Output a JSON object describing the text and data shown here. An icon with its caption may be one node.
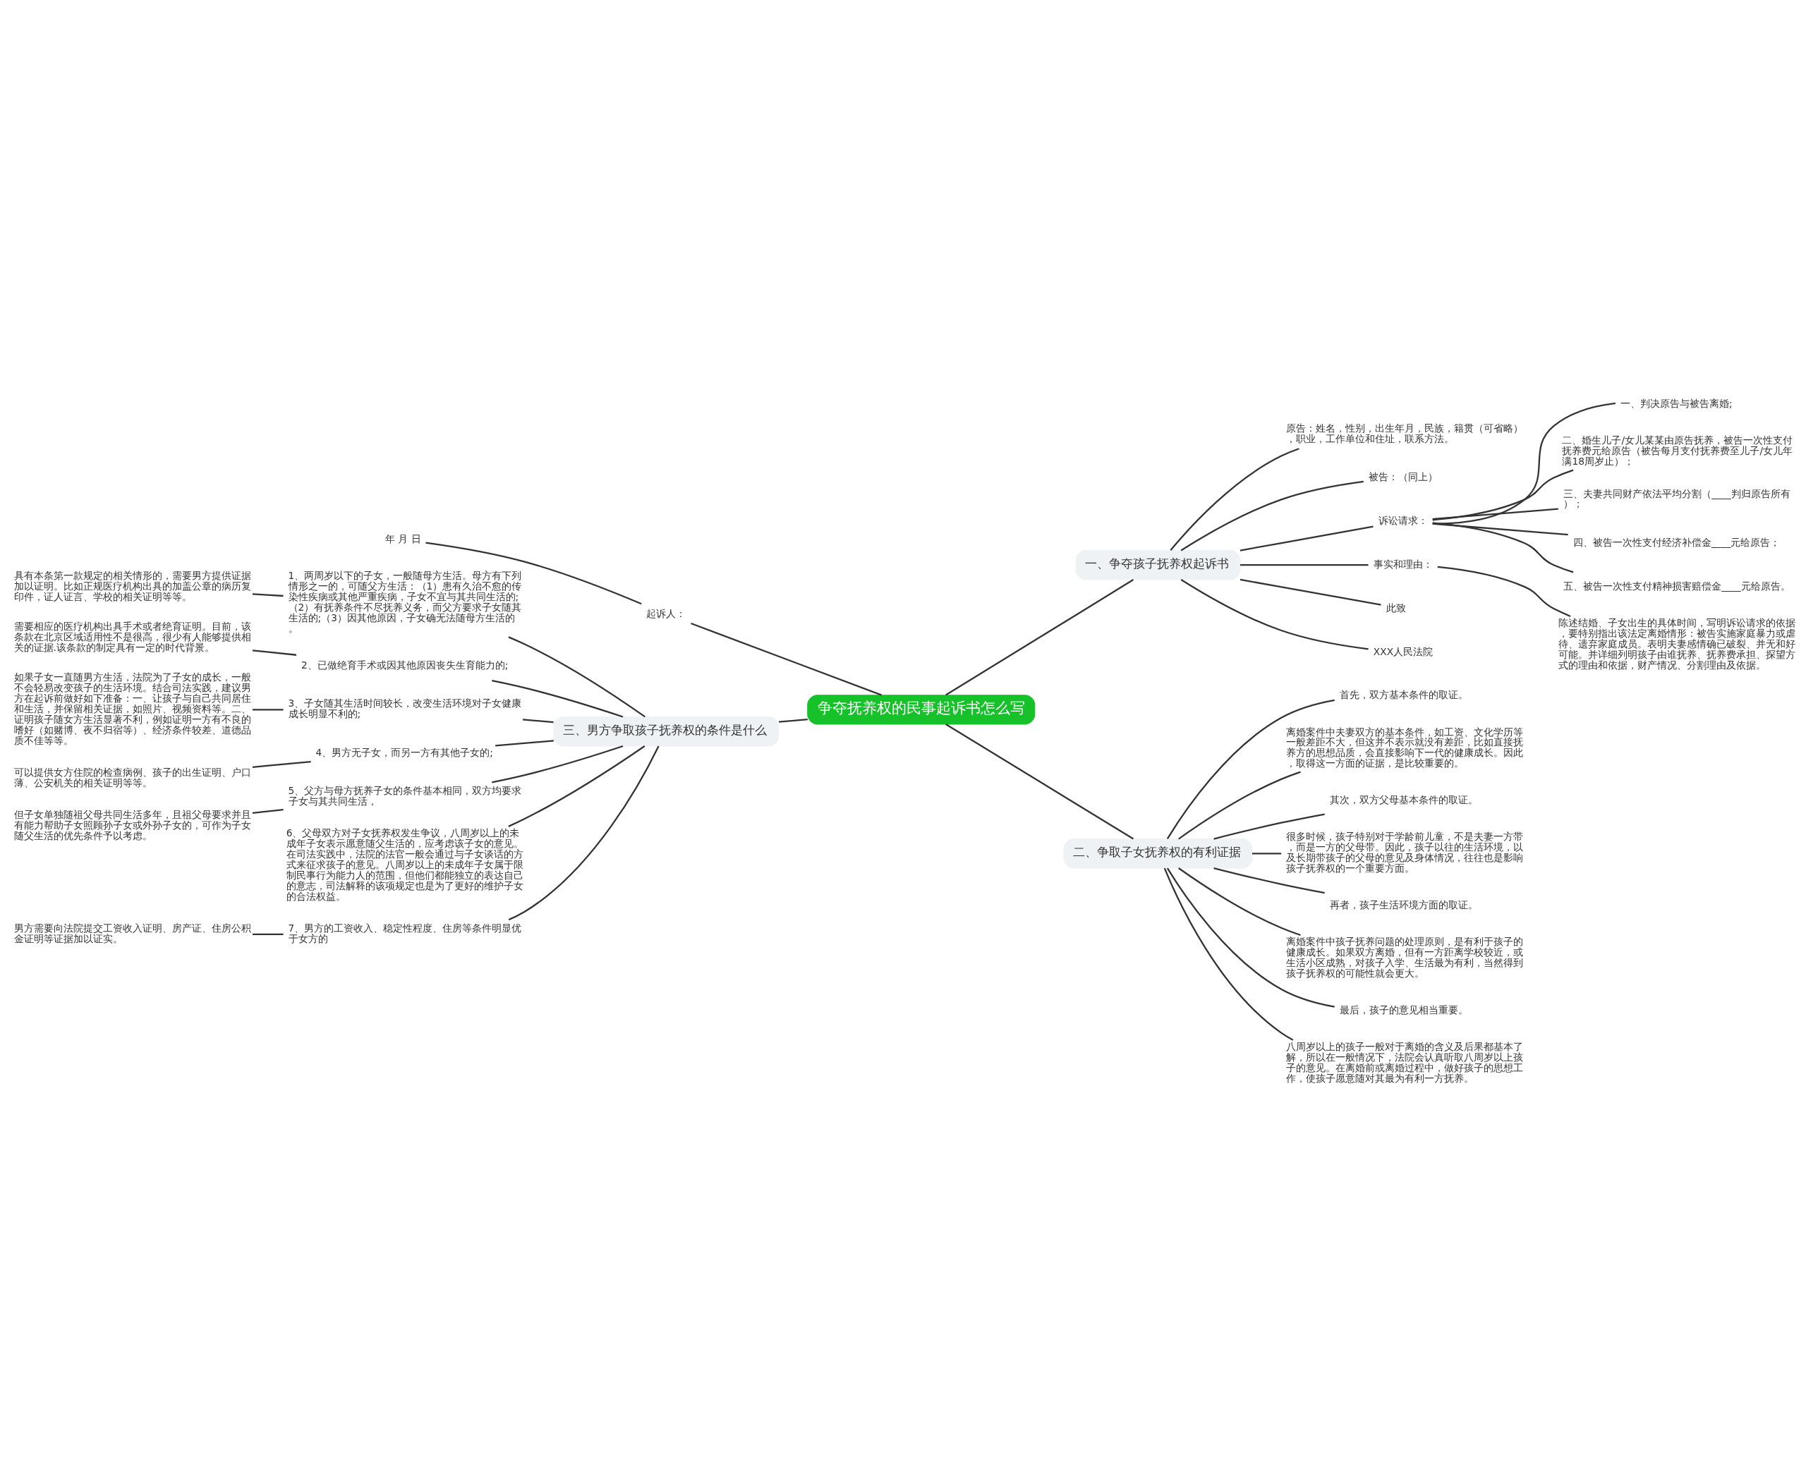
{
  "diagram": {
    "nodes": [
      {
        "text": [
          "争夺抚养权的民事起诉书怎么写"
        ]
      },
      {
        "text": [
          "起诉人："
        ]
      },
      {
        "text": [
          "年 月 日"
        ]
      },
      {
        "text": [
          "三、男方争取孩子抚养权的条件是什么"
        ]
      },
      {
        "text": [
          "1、两周岁以下的子女，一般随母方生活。母方有下列情形之一的，可随父方生活：（1）患有久治不愈的传染性疾病或其他严重疾病，子女不宜与其共同生活的;（2）有抚养条件不尽抚养义务，而父方要求子女随其生活的;（3）因其他原因，子女确无法随母方生活的。"
        ]
      },
      {
        "text": [
          "具有本条第一款规定的相关情形的，需要男方提供证据加以证明。比如正规医疗机构出具的加盖公章的病历复印件，证人证言、学校的相关证明等等。"
        ]
      },
      {
        "text": [
          "2、已做绝育手术或因其他原因丧失生育能力的;"
        ]
      },
      {
        "text": [
          "需要相应的医疗机构出具手术或者绝育证明。目前，该条款在北京区域适用性不是很高，很少有人能够提供相关的证据.该条款的制定具有一定的时代背景。"
        ]
      },
      {
        "text": [
          "3、子女随其生活时间较长，改变生活环境对子女健康成长明显不利的;"
        ]
      },
      {
        "text": [
          "如果子女一直随男方生活，法院为了子女的成长，一般不会轻易改变孩子的生活环境。结合司法实践，建议男方在起诉前做好如下准备：一、让孩子与自己共同居住和生活，并保留相关证据，如照片、视频资料等。二、证明孩子随女方生活显著不利，例如证明一方有不良的嗜好（如赌博、夜不归宿等）、经济条件较差、道德品质不佳等等。"
        ]
      },
      {
        "text": [
          "4、男方无子女，而另一方有其他子女的;"
        ]
      },
      {
        "text": [
          "可以提供女方住院的检查病例、孩子的出生证明、户口薄、公安机关的相关证明等等。"
        ]
      },
      {
        "text": [
          "5、父方与母方抚养子女的条件基本相同，双方均要求子女与其共同生活，"
        ]
      },
      {
        "text": [
          "但子女单独随祖父母共同生活多年，且祖父母要求并且有能力帮助子女照顾孙子女或外孙子女的，可作为子女随父生活的优先条件予以考虑。"
        ]
      },
      {
        "text": [
          "6、父母双方对子女抚养权发生争议，八周岁以上的未成年子女表示愿意随父生活的，应考虑该子女的意见。在司法实践中，法院的法官一般会通过与子女谈话的方式来征求孩子的意见。八周岁以上的未成年子女属于限制民事行为能力人的范围，但他们都能独立的表达自己的意志，司法解释的该项规定也是为了更好的维护子女的合法权益。"
        ]
      },
      {
        "text": [
          "7、男方的工资收入、稳定性程度、住房等条件明显优于女方的"
        ]
      },
      {
        "text": [
          "男方需要向法院提交工资收入证明、房产证、住房公积金证明等证据加以证实。"
        ]
      },
      {
        "text": [
          "一、争夺孩子抚养权起诉书"
        ]
      },
      {
        "text": [
          "原告：姓名，性别，出生年月，民族，籍贯（可省略），职业，工作单位和住址，联系方法。"
        ]
      },
      {
        "text": [
          "被告：（同上）"
        ]
      },
      {
        "text": [
          "诉讼请求："
        ]
      },
      {
        "text": [
          "一、判决原告与被告离婚;"
        ]
      },
      {
        "text": [
          "二、婚生儿子/女儿某某由原告抚养，被告一次性支付抚养费元给原告（被告每月支付抚养费至儿子/女儿年满18周岁止）；"
        ]
      },
      {
        "text": [
          "三、夫妻共同财产依法平均分割（____判归原告所有）；"
        ]
      },
      {
        "text": [
          "四、被告一次性支付经济补偿金____元给原告；"
        ]
      },
      {
        "text": [
          "五、被告一次性支付精神损害赔偿金____元给原告。"
        ]
      },
      {
        "text": [
          "事实和理由："
        ]
      },
      {
        "text": [
          "陈述结婚、子女出生的具体时间，写明诉讼请求的依据，要特别指出该法定离婚情形：被告实施家庭暴力或虐待、遗弃家庭成员。表明夫妻感情确已破裂、并无和好可能。并详细列明孩子由谁抚养、抚养费承担、探望方式的理由和依据，财产情况、分割理由及依据。"
        ]
      },
      {
        "text": [
          "此致"
        ]
      },
      {
        "text": [
          "XXX人民法院"
        ]
      },
      {
        "text": [
          "二、争取子女抚养权的有利证据"
        ]
      },
      {
        "text": [
          "首先，双方基本条件的取证。"
        ]
      },
      {
        "text": [
          "离婚案件中夫妻双方的基本条件，如工资、文化学历等一般差距不大，但这并不表示就没有差距，比如直接抚养方的思想品质，会直接影响下一代的健康成长。因此，取得这一方面的证据，是比较重要的。"
        ]
      },
      {
        "text": [
          "其次，双方父母基本条件的取证。"
        ]
      },
      {
        "text": [
          "很多时候，孩子特别对于学龄前儿童，不是夫妻一方带，而是一方的父母带。因此，孩子以往的生活环境，以及长期带孩子的父母的意见及身体情况，往往也是影响孩子抚养权的一个重要方面。"
        ]
      },
      {
        "text": [
          "再者，孩子生活环境方面的取证。"
        ]
      },
      {
        "text": [
          "离婚案件中孩子抚养问题的处理原则，是有利于孩子的健康成长。如果双方离婚，但有一方距离学校较近，或生活小区成熟，对孩子入学、生活最为有利，当然得到孩子抚养权的可能性就会更大。"
        ]
      },
      {
        "text": [
          "最后，孩子的意见相当重要。"
        ]
      },
      {
        "text": [
          "八周岁以上的孩子一般对于离婚的含义及后果都基本了解，所以在一般情况下，法院会认真听取八周岁以上孩子的意见。在离婚前或离婚过程中，做好孩子的思想工作，使孩子愿意随对其最为有利一方抚养。"
        ]
      }
    ],
    "edges": [
      {
        "from": 0,
        "to": 1,
        "arrow": "none"
      },
      {
        "from": 1,
        "to": 2,
        "arrow": "none"
      },
      {
        "from": 0,
        "to": 3,
        "arrow": "none"
      },
      {
        "from": 3,
        "to": 4,
        "arrow": "none"
      },
      {
        "from": 4,
        "to": 5,
        "arrow": "none"
      },
      {
        "from": 3,
        "to": 6,
        "arrow": "none"
      },
      {
        "from": 6,
        "to": 7,
        "arrow": "none"
      },
      {
        "from": 3,
        "to": 8,
        "arrow": "none"
      },
      {
        "from": 8,
        "to": 9,
        "arrow": "none"
      },
      {
        "from": 3,
        "to": 10,
        "arrow": "none"
      },
      {
        "from": 10,
        "to": 11,
        "arrow": "none"
      },
      {
        "from": 3,
        "to": 12,
        "arrow": "none"
      },
      {
        "from": 12,
        "to": 13,
        "arrow": "none"
      },
      {
        "from": 3,
        "to": 14,
        "arrow": "none"
      },
      {
        "from": 3,
        "to": 15,
        "arrow": "none"
      },
      {
        "from": 15,
        "to": 16,
        "arrow": "none"
      },
      {
        "from": 0,
        "to": 17,
        "arrow": "none"
      },
      {
        "from": 17,
        "to": 18,
        "arrow": "none"
      },
      {
        "from": 17,
        "to": 19,
        "arrow": "none"
      },
      {
        "from": 17,
        "to": 20,
        "arrow": "none"
      },
      {
        "from": 20,
        "to": 21,
        "arrow": "none"
      },
      {
        "from": 20,
        "to": 22,
        "arrow": "none"
      },
      {
        "from": 20,
        "to": 23,
        "arrow": "none"
      },
      {
        "from": 20,
        "to": 24,
        "arrow": "none"
      },
      {
        "from": 20,
        "to": 25,
        "arrow": "none"
      },
      {
        "from": 17,
        "to": 26,
        "arrow": "none"
      },
      {
        "from": 26,
        "to": 27,
        "arrow": "none"
      },
      {
        "from": 17,
        "to": 28,
        "arrow": "none"
      },
      {
        "from": 17,
        "to": 29,
        "arrow": "none"
      },
      {
        "from": 0,
        "to": 30,
        "arrow": "none"
      },
      {
        "from": 30,
        "to": 31,
        "arrow": "none"
      },
      {
        "from": 30,
        "to": 32,
        "arrow": "none"
      },
      {
        "from": 30,
        "to": 33,
        "arrow": "none"
      },
      {
        "from": 30,
        "to": 34,
        "arrow": "none"
      },
      {
        "from": 30,
        "to": 35,
        "arrow": "none"
      },
      {
        "from": 30,
        "to": 36,
        "arrow": "none"
      },
      {
        "from": 30,
        "to": 37,
        "arrow": "none"
      },
      {
        "from": 30,
        "to": 38,
        "arrow": "none"
      }
    ]
  }
}
